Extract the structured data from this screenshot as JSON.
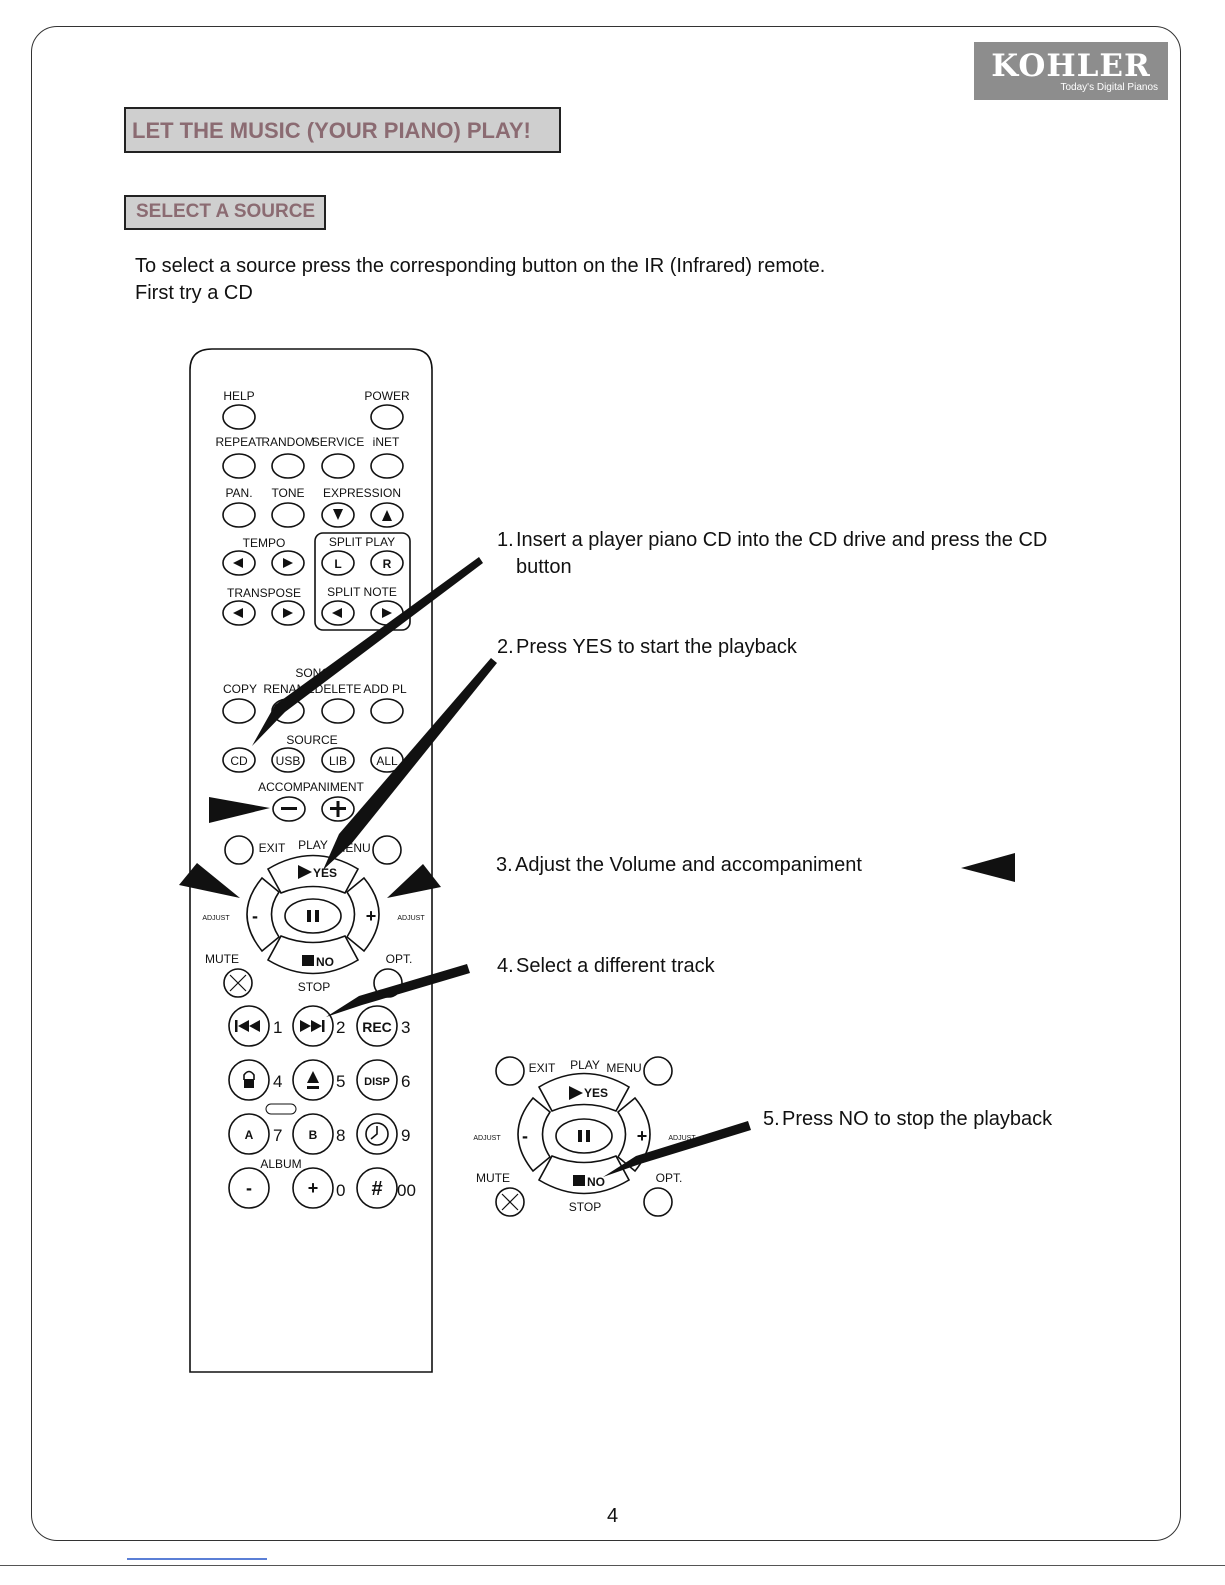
{
  "logo": {
    "name": "KOHLER",
    "tagline": "Today's Digital Pianos"
  },
  "heading": "LET THE MUSIC (YOUR PIANO) PLAY!",
  "subheading": "SELECT A SOURCE",
  "intro": [
    "To select a source press the corresponding button on the IR (Infrared) remote.",
    "First try a CD"
  ],
  "steps": [
    {
      "num": "1.",
      "text": "Insert a player piano CD into the CD drive  and press the CD",
      "cont": "button"
    },
    {
      "num": "2.",
      "text": "Press YES to start the playback"
    },
    {
      "num": "3.",
      "text": "Adjust the Volume and accompaniment"
    },
    {
      "num": "4.",
      "text": "Select a different track"
    },
    {
      "num": "5.",
      "text": "Press NO to stop the playback"
    }
  ],
  "remote": {
    "help": "HELP",
    "power": "POWER",
    "repeat": "REPEAT",
    "random": "RANDOM",
    "service": "SERVICE",
    "inet": "iNET",
    "pan": "PAN.",
    "tone": "TONE",
    "expression": "EXPRESSION",
    "tempo": "TEMPO",
    "split_play": "SPLIT PLAY",
    "l": "L",
    "r": "R",
    "transpose": "TRANSPOSE",
    "split_note": "SPLIT NOTE",
    "song": "SONG",
    "copy": "COPY",
    "rename": "RENAME",
    "delete": "DELETE",
    "add_pl": "ADD PL",
    "source": "SOURCE",
    "cd": "CD",
    "usb": "USB",
    "lib": "LIB",
    "all": "ALL",
    "accompaniment": "ACCOMPANIMENT",
    "exit": "EXIT",
    "play": "PLAY",
    "menu": "MENU",
    "yes": "YES",
    "adjust": "ADJUST",
    "mute": "MUTE",
    "opt": "OPT.",
    "no": "NO",
    "stop": "STOP",
    "rec": "REC",
    "disp": "DISP",
    "a": "A",
    "b": "B",
    "album": "ALBUM",
    "n1": "1",
    "n2": "2",
    "n3": "3",
    "n4": "4",
    "n5": "5",
    "n6": "6",
    "n7": "7",
    "n8": "8",
    "n9": "9",
    "n0": "0",
    "n00": "00",
    "minus": "-",
    "plus": "+",
    "hash": "#"
  },
  "page_number": "4"
}
